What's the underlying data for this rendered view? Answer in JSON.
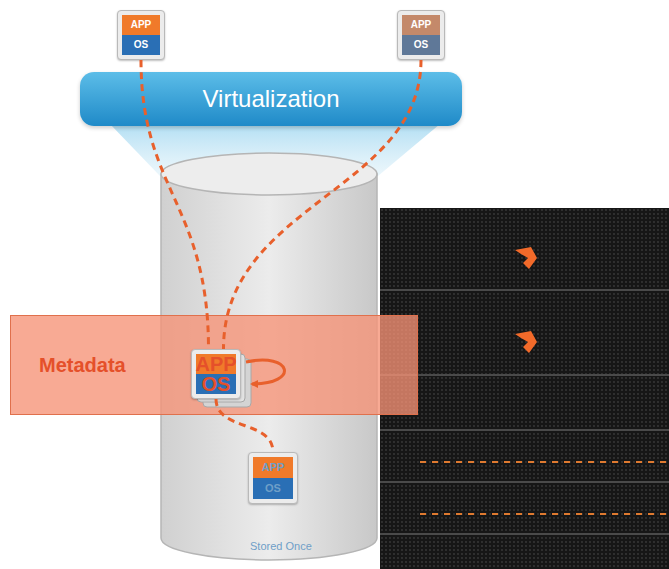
{
  "diagram": {
    "nodes": [
      {
        "text": [
          "APP",
          "OS"
        ]
      },
      {
        "text": [
          "APP",
          "OS"
        ]
      },
      {
        "text": [
          "Virtualization"
        ]
      },
      {
        "text": [
          "Stored Once"
        ]
      },
      {
        "text": [
          "Metadata"
        ]
      },
      {
        "text": [
          "APP",
          "OS"
        ],
        "in": 4
      },
      {
        "text": [
          "APP",
          "OS"
        ],
        "in": 3
      }
    ],
    "edges": [
      {
        "from": 0,
        "to": 5,
        "arrow": "none"
      },
      {
        "from": 1,
        "to": 5,
        "arrow": "none"
      },
      {
        "from": 5,
        "to": 6,
        "arrow": "none"
      }
    ]
  }
}
